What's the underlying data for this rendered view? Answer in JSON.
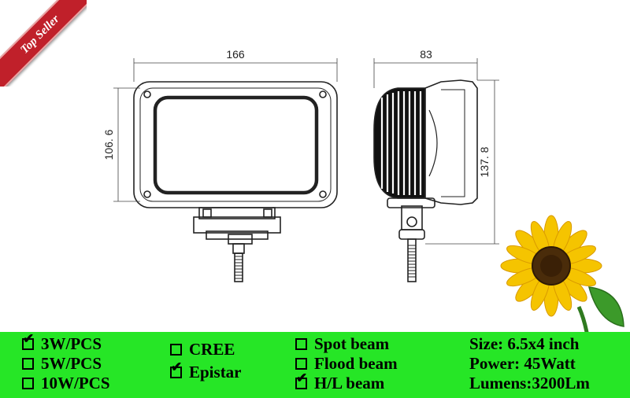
{
  "ribbon": {
    "label": "Top Seller",
    "color": "#c0202a"
  },
  "dimensions": {
    "front_width": "166",
    "front_height": "106. 6",
    "side_width": "83",
    "side_height": "137. 8"
  },
  "options": {
    "power_per_led": [
      {
        "label": "3W/PCS",
        "checked": true
      },
      {
        "label": "5W/PCS",
        "checked": false
      },
      {
        "label": "10W/PCS",
        "checked": false
      }
    ],
    "chip": [
      {
        "label": "CREE",
        "checked": false
      },
      {
        "label": "Epistar",
        "checked": true
      }
    ],
    "beam": [
      {
        "label": "Spot beam",
        "checked": false
      },
      {
        "label": "Flood beam",
        "checked": false
      },
      {
        "label": "H/L beam",
        "checked": true
      }
    ]
  },
  "specs": [
    {
      "text": "Size: 6.5x4 inch"
    },
    {
      "text": "Power: 45Watt"
    },
    {
      "text": "Lumens:3200Lm"
    }
  ],
  "colors": {
    "spec_bar": "#26e626",
    "sunflower_petal": "#f5c400",
    "sunflower_center": "#4a2c0a"
  },
  "icons": {
    "checkbox": "checkbox-icon",
    "checkmark": "checkmark-icon",
    "sunflower": "sunflower-icon"
  }
}
